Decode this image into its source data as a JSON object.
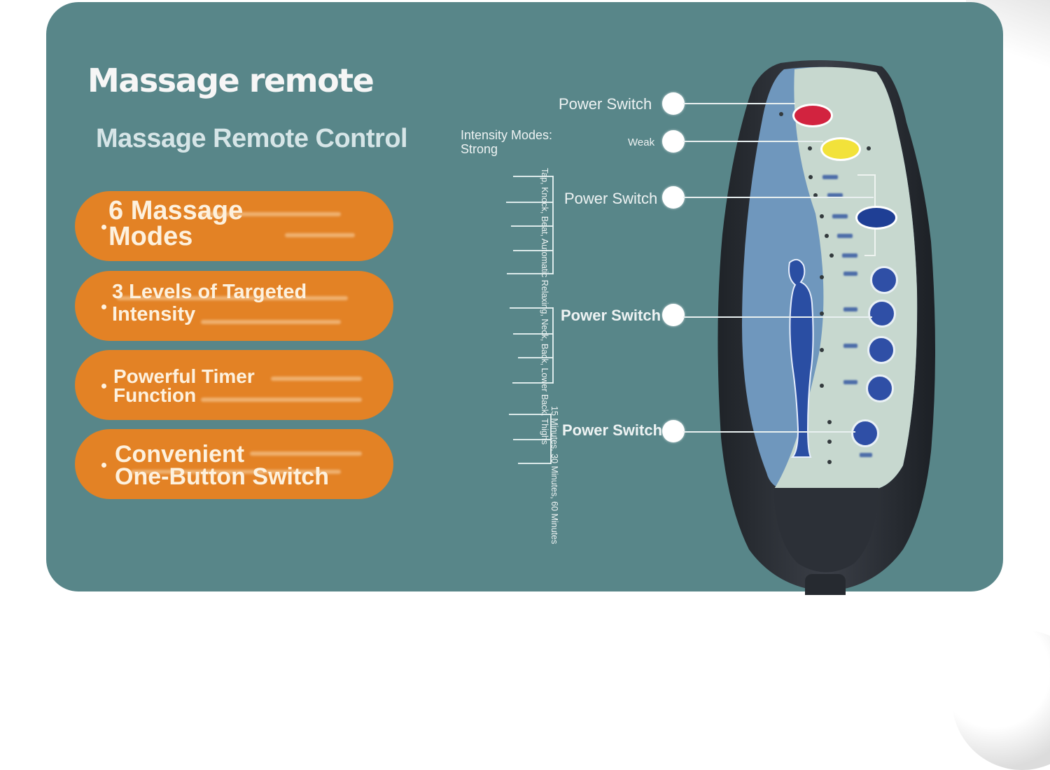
{
  "header": {
    "title": "Massage remote",
    "subtitle": "Massage Remote Control"
  },
  "features": [
    {
      "line1": "6 Massage",
      "line2": "Modes"
    },
    {
      "line1": "3 Levels of Targeted",
      "line2": "Intensity"
    },
    {
      "line1": "Powerful Timer",
      "line2": "Function"
    },
    {
      "line1": "Convenient",
      "line2": "One-Button Switch"
    }
  ],
  "annotations": {
    "power_switch_1": "Power Switch",
    "intensity_label": "Intensity Modes:",
    "intensity_strong": "Strong",
    "intensity_weak": "Weak",
    "power_switch_2": "Power Switch",
    "power_switch_3": "Power Switch",
    "power_switch_4": "Power Switch",
    "modes_list": "Tap, Knock, Beat, Automatic Relaxing, Neck, Back, Lower Back, Thighs",
    "timer_list": "15 Minutes, 30 Minutes, 60 Minutes"
  },
  "colors": {
    "panel": "#588689",
    "pill": "#e38225",
    "power_button": "#d2233f",
    "intensity_button": "#f2e23a",
    "mode_button": "#1f3f95",
    "zone_button": "#2f4fa6"
  }
}
